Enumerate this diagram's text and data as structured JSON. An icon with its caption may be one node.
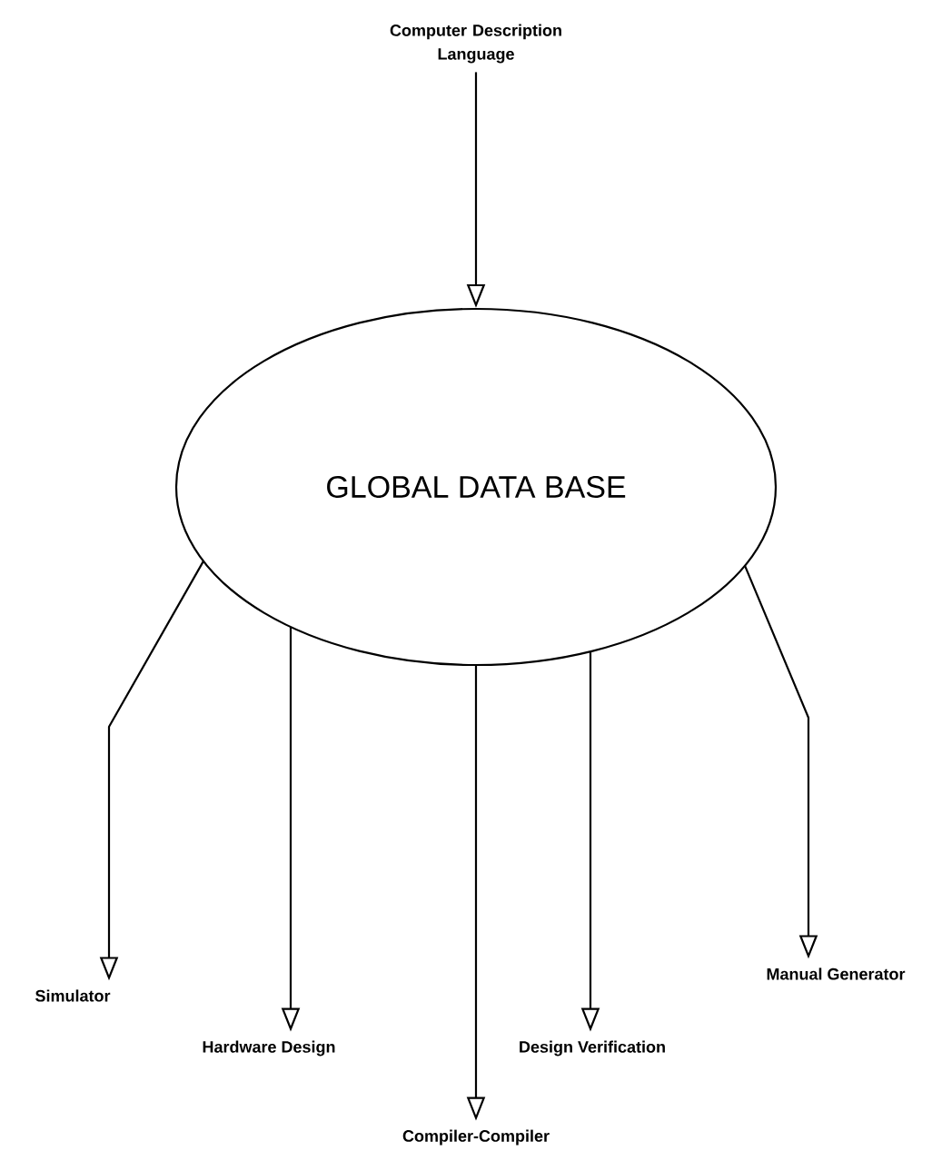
{
  "diagram": {
    "nodes": [
      {
        "text": [
          "Computer Description Language"
        ]
      },
      {
        "text": [
          "GLOBAL DATA BASE"
        ]
      },
      {
        "text": [
          "Simulator"
        ]
      },
      {
        "text": [
          "Hardware Design"
        ]
      },
      {
        "text": [
          "Compiler-Compiler"
        ]
      },
      {
        "text": [
          "Design Verification"
        ]
      },
      {
        "text": [
          "Manual Generator"
        ]
      }
    ],
    "edges": [
      {
        "from": 0,
        "to": 1,
        "arrow": "to"
      },
      {
        "from": 1,
        "to": 2,
        "arrow": "to"
      },
      {
        "from": 1,
        "to": 3,
        "arrow": "to"
      },
      {
        "from": 1,
        "to": 4,
        "arrow": "to"
      },
      {
        "from": 1,
        "to": 5,
        "arrow": "to"
      },
      {
        "from": 1,
        "to": 6,
        "arrow": "to"
      }
    ]
  }
}
